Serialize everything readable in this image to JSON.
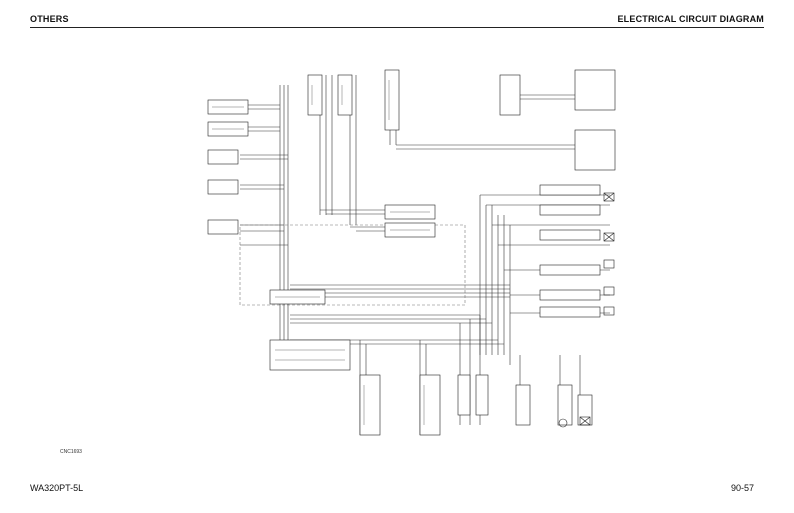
{
  "header": {
    "section": "OTHERS",
    "title": "ELECTRICAL CIRCUIT DIAGRAM"
  },
  "figure": {
    "code": "CNC1693"
  },
  "footer": {
    "model": "WA320PT-5L",
    "page": "90-57"
  },
  "colors": {
    "ink": "#111111",
    "wire": "#333333",
    "faint": "#777777"
  }
}
